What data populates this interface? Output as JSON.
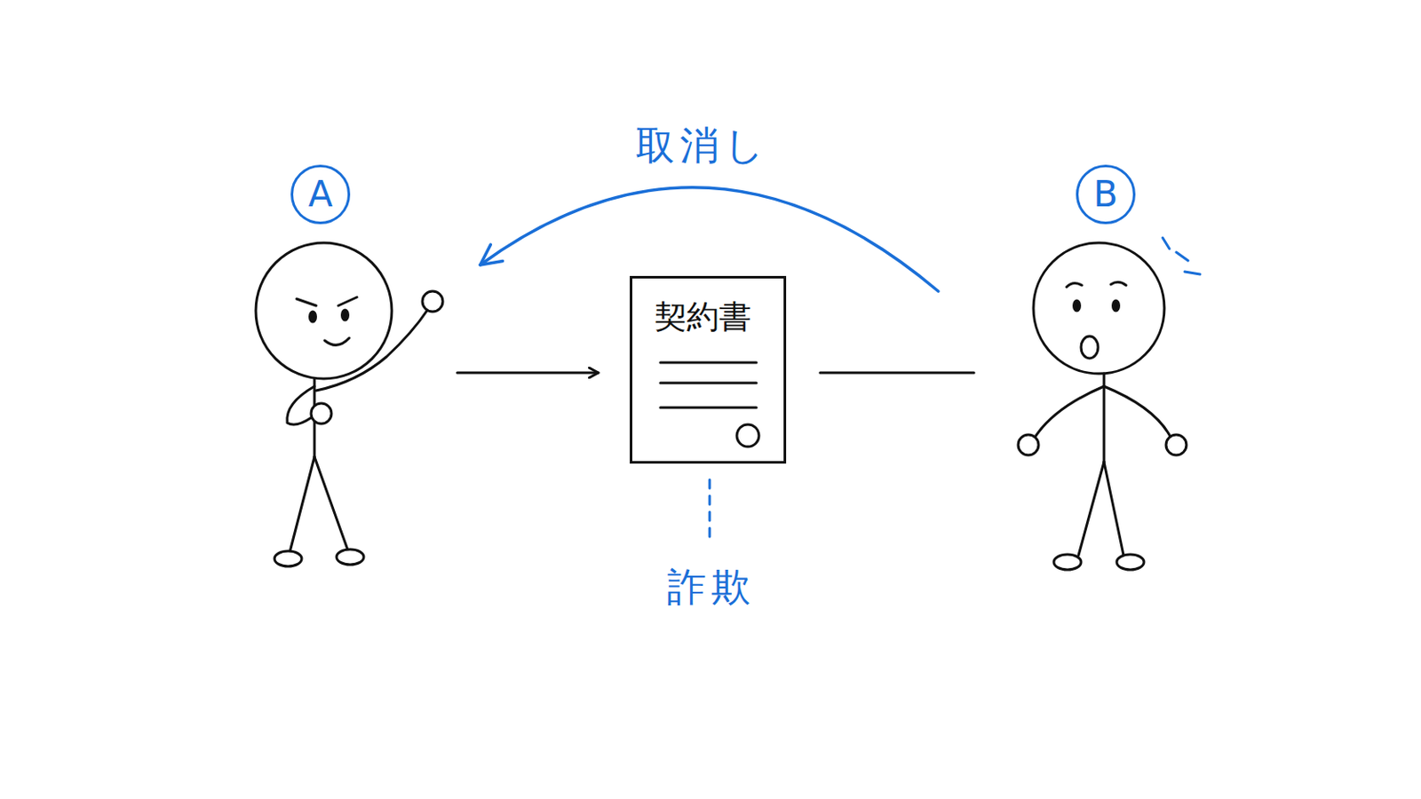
{
  "diagram": {
    "nodes": [
      {
        "text": [
          "A"
        ]
      },
      {
        "text": [
          "契約書"
        ]
      },
      {
        "text": [
          "B"
        ]
      }
    ],
    "edges": [
      {
        "from": 0,
        "to": 1,
        "arrow": "to"
      },
      {
        "from": 1,
        "to": 2,
        "arrow": "none"
      },
      {
        "from": 2,
        "to": 0,
        "label": "取消し",
        "arrow": "to"
      }
    ],
    "labels": [
      "詐欺"
    ]
  }
}
